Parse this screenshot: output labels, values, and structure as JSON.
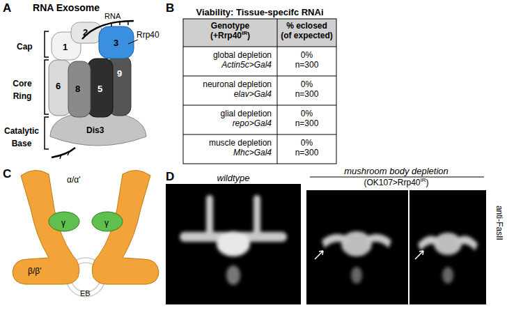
{
  "diagram": {
    "labels": [
      "A",
      "RNA Exosome",
      "Cap",
      "Core Ring",
      "Catalytic Base",
      "1",
      "2",
      "3",
      "RNA",
      "Rrp40",
      "6",
      "8",
      "5",
      "9",
      "Dis3",
      "B",
      "Viability: Tissue-specifc RNAi",
      "Genotype",
      "(+Rrp40",
      "IR",
      ")",
      "% eclosed",
      "(of expected)",
      "global depletion",
      "Actin5c>Gal4",
      "0%",
      "n=300",
      "neuronal depletion",
      "elav>Gal4",
      "0%",
      "n=300",
      "glial depletion",
      "repo>Gal4",
      "0%",
      "n=300",
      "muscle depletion",
      "Mhc>Gal4",
      "0%",
      "n=300",
      "C",
      "α/α'",
      "γ",
      "γ",
      "β/β'",
      "EB",
      "D",
      "wildtype",
      "mushroom body depletion",
      "(OK107>Rrp40",
      "IR",
      ")",
      "anti-FasII"
    ]
  }
}
